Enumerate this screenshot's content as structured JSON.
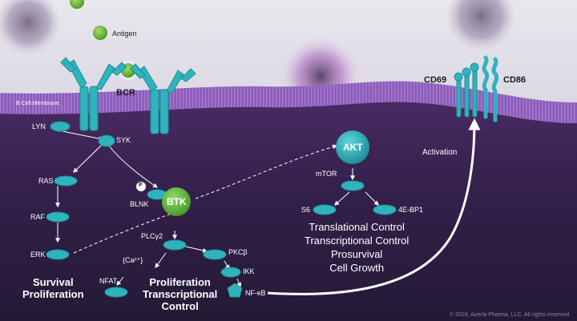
{
  "labels": {
    "antigen": "Antigen",
    "bcr": "BCR",
    "membrane": "B Cell Membrane",
    "lyn": "LYN",
    "syk": "SYK",
    "ras": "RAS",
    "raf": "RAF",
    "erk": "ERK",
    "p": "P",
    "blnk": "BLNK",
    "btk": "BTK",
    "plcg2": "PLCγ2",
    "ca": "{Ca²⁺}",
    "pkcb": "PKCβ",
    "nfat": "NFAT",
    "ikk": "IKK",
    "nfkb": "NF-κB",
    "akt": "AKT",
    "mtor": "mTOR",
    "s6": "S6",
    "ebp1": "4E-BP1",
    "activation": "Activation",
    "cd69": "CD69",
    "cd86": "CD86"
  },
  "outcomes": {
    "survival_line1": "Survival",
    "survival_line2": "Proliferation",
    "prolif_line1": "Proliferation",
    "prolif_line2": "Transcriptional",
    "prolif_line3": "Control",
    "akt_line1": "Translational Control",
    "akt_line2": "Transcriptional Control",
    "akt_line3": "Prosurvival",
    "akt_line4": "Cell Growth"
  },
  "copyright": "© 2016, Acerta Pharma, LLC. All rights reserved.",
  "colors": {
    "membrane": "#8a5bb8",
    "cytoplasm": "#3a2452",
    "protein": "#2fb3bd",
    "btk": "#6cc04a",
    "antigen": "#7bc23c"
  }
}
